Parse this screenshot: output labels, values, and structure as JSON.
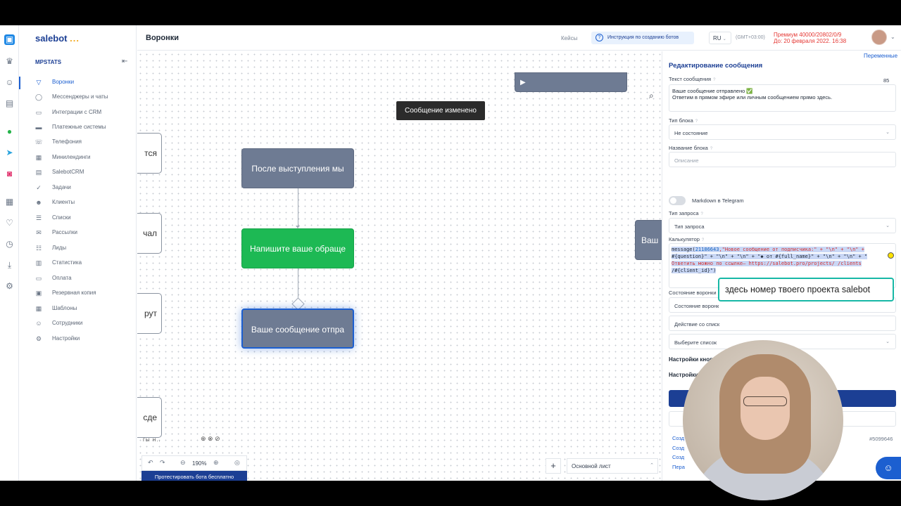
{
  "app": {
    "logo": "salebot",
    "logo_dots": "...",
    "project": "MPSTATS"
  },
  "sidebar": {
    "items": [
      {
        "label": "Воронки",
        "icon": "funnel-icon"
      },
      {
        "label": "Мессенджеры и чаты",
        "icon": "chat-icon"
      },
      {
        "label": "Интеграции с CRM",
        "icon": "integration-icon"
      },
      {
        "label": "Платежные системы",
        "icon": "payment-icon"
      },
      {
        "label": "Телефония",
        "icon": "phone-icon"
      },
      {
        "label": "Минилендинги",
        "icon": "landing-icon"
      },
      {
        "label": "SalebotCRM",
        "icon": "crm-icon"
      },
      {
        "label": "Задачи",
        "icon": "tasks-icon"
      },
      {
        "label": "Клиенты",
        "icon": "clients-icon"
      },
      {
        "label": "Списки",
        "icon": "lists-icon"
      },
      {
        "label": "Рассылки",
        "icon": "mailing-icon"
      },
      {
        "label": "Лиды",
        "icon": "leads-icon"
      },
      {
        "label": "Статистика",
        "icon": "stats-icon"
      },
      {
        "label": "Оплата",
        "icon": "billing-icon"
      },
      {
        "label": "Резервная копия",
        "icon": "backup-icon"
      },
      {
        "label": "Шаблоны",
        "icon": "templates-icon"
      },
      {
        "label": "Сотрудники",
        "icon": "staff-icon"
      },
      {
        "label": "Настройки",
        "icon": "settings-icon"
      }
    ]
  },
  "topbar": {
    "title": "Воронки",
    "cases": "Кейсы",
    "instructions": "Инструкция по созданию ботов",
    "lang": "RU",
    "timezone": "(GMT+03:00)",
    "premium_line1": "Премиум 40000/20802/0/9",
    "premium_line2": "До: 20 февраля 2022. 16:38"
  },
  "canvas": {
    "toast": "Сообщение изменено",
    "nodes": [
      {
        "label": "После выступления мы"
      },
      {
        "label": "Напишите ваше обраще"
      },
      {
        "label": "Ваше сообщение отпра"
      }
    ],
    "partial_nodes": [
      "тся",
      "чал",
      "рут",
      "сде"
    ],
    "right_partial_node": "Ваш",
    "mini_text": "гы н..",
    "zoom": "190%",
    "test_button": "Протестировать бота бесплатно",
    "sheet": "Основной лист"
  },
  "panel": {
    "variables": "Переменные",
    "title": "Редактирование сообщения",
    "message_label": "Текст сообщения",
    "message_count": "85",
    "message_text": "Ваше сообщение отправлено ✅\nОтветим в прямом эфире или личным сообщением прямо здесь.",
    "block_type_label": "Тип блока",
    "block_type_value": "Не состояние",
    "block_name_label": "Название блока",
    "block_name_placeholder": "Описание",
    "markdown_label": "Markdown в Telegram",
    "request_type_label": "Тип запроса",
    "request_type_value": "Тип запроса",
    "calculator_label": "Калькулятор",
    "calc_line1a": "message(",
    "calc_line1b": "21186643",
    "calc_line1c": ",\"Новое сообщение от подписчика:\" + \"\\n\" + \"\\n\" +",
    "calc_line2": "#{question}\" + \"\\n\" + \"\\n\" + \"◆ от #{full_name}\" + \"\\n\" + \"\\n\" + \"",
    "calc_line3": "Ответить можно по ссылке— https://salebot.pro/projects/ /clients",
    "calc_line4": "/#{client_id}\")",
    "funnel_state_label": "Состояние воронки",
    "funnel_state_value": "Состояние воронк",
    "list_action_value": "Действие со списк",
    "list_select_value": "Выберите список",
    "buttons_settings": "Настройки кнопок",
    "attachments_settings": "Настройки вложени",
    "block_id": "#5099646",
    "created_1": "Созд",
    "created_2": "Созд",
    "created_3": "Созд",
    "created_4": "Пера"
  },
  "overlay": {
    "hint": "здесь номер твоего проекта salebot"
  },
  "colors": {
    "brand": "#1c3f94",
    "accent": "#1c5fd0",
    "green": "#1db954",
    "node_gray": "#6e7b93",
    "premium": "#e53935",
    "hint_border": "#17b8a6"
  }
}
